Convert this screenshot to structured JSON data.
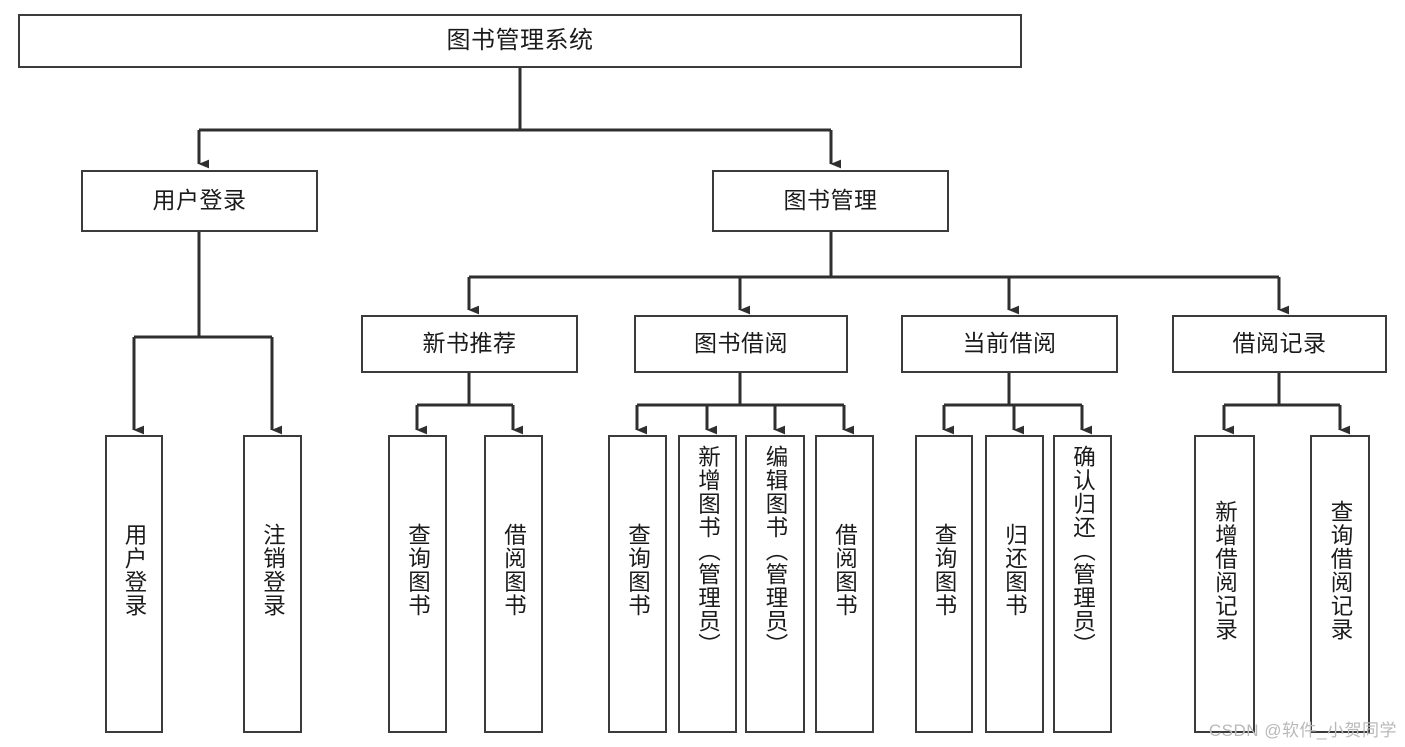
{
  "diagram": {
    "type": "tree",
    "title": "图书管理系统",
    "orientation": "top-down",
    "watermark": "CSDN @软件_小贺同学",
    "colors": {
      "box_border": "#3b3b3b",
      "box_fill": "#ffffff",
      "edge": "#2f2f2f",
      "text": "#1b1b1b",
      "watermark": "#b9b9b9",
      "background": "#ffffff"
    },
    "nodes": {
      "root": {
        "label": "图书管理系统"
      },
      "level2": [
        {
          "id": "user-login",
          "label": "用户登录"
        },
        {
          "id": "book-manage",
          "label": "图书管理"
        }
      ],
      "level3": [
        {
          "id": "new-book-rec",
          "label": "新书推荐"
        },
        {
          "id": "book-borrow",
          "label": "图书借阅"
        },
        {
          "id": "current-borrow",
          "label": "当前借阅"
        },
        {
          "id": "borrow-record",
          "label": "借阅记录"
        }
      ],
      "leaves": [
        {
          "id": "leaf-user-login",
          "label": "用户登录",
          "parent": "user-login"
        },
        {
          "id": "leaf-logout",
          "label": "注销登录",
          "parent": "user-login"
        },
        {
          "id": "leaf-query-book-1",
          "label": "查询图书",
          "parent": "new-book-rec"
        },
        {
          "id": "leaf-borrow-book-1",
          "label": "借阅图书",
          "parent": "new-book-rec"
        },
        {
          "id": "leaf-query-book-2",
          "label": "查询图书",
          "parent": "book-borrow"
        },
        {
          "id": "leaf-add-book",
          "label": "新增图书（管理员）",
          "parent": "book-borrow"
        },
        {
          "id": "leaf-edit-book",
          "label": "编辑图书（管理员）",
          "parent": "book-borrow"
        },
        {
          "id": "leaf-borrow-book-2",
          "label": "借阅图书",
          "parent": "book-borrow"
        },
        {
          "id": "leaf-query-book-3",
          "label": "查询图书",
          "parent": "current-borrow"
        },
        {
          "id": "leaf-return-book",
          "label": "归还图书",
          "parent": "current-borrow"
        },
        {
          "id": "leaf-confirm-return",
          "label": "确认归还（管理员）",
          "parent": "current-borrow"
        },
        {
          "id": "leaf-add-record",
          "label": "新增借阅记录",
          "parent": "borrow-record"
        },
        {
          "id": "leaf-query-record",
          "label": "查询借阅记录",
          "parent": "borrow-record"
        }
      ]
    }
  }
}
